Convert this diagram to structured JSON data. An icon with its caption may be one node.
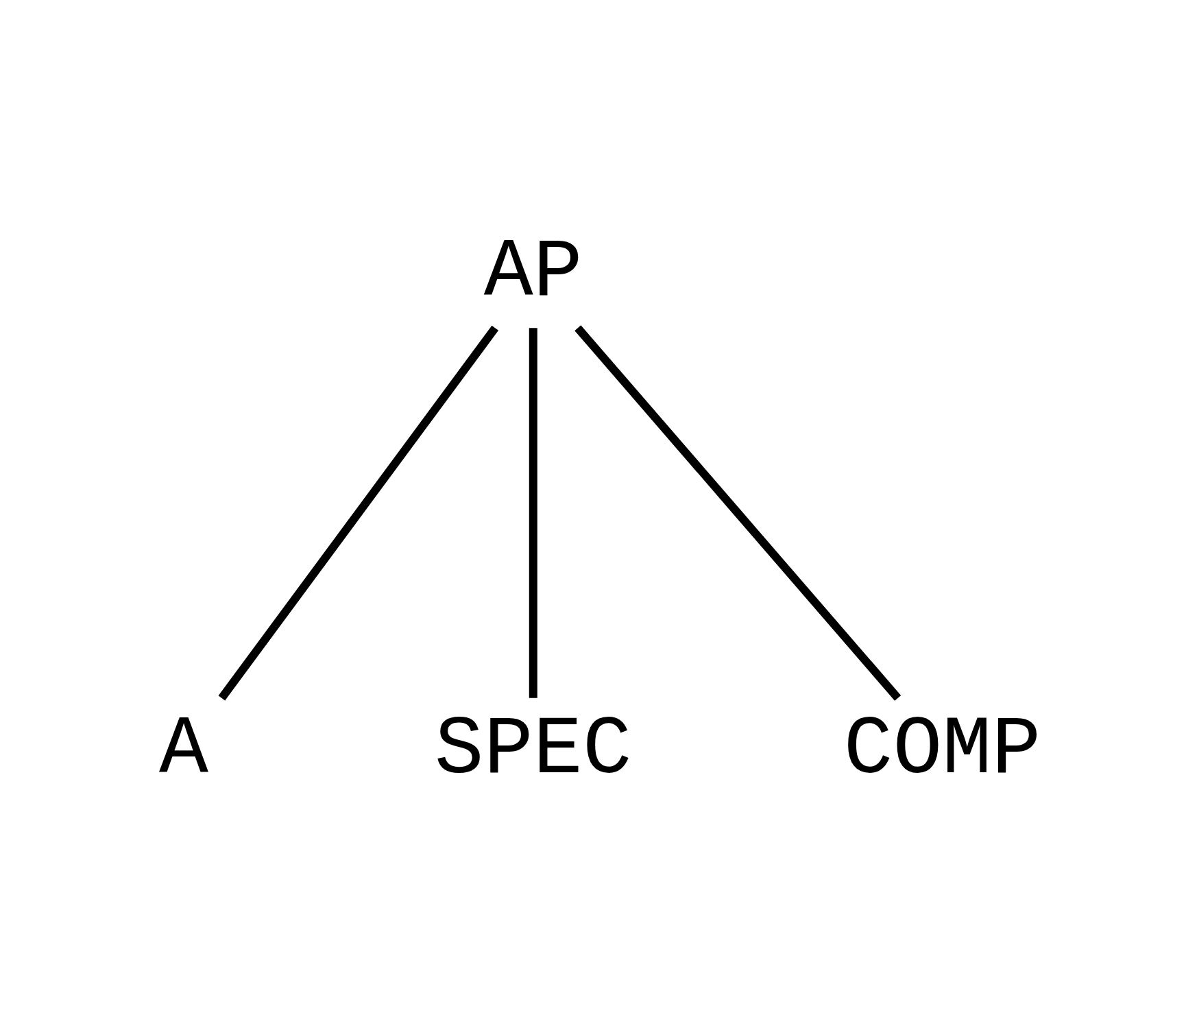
{
  "diagram": {
    "nodes": [
      {
        "text": [
          "AP"
        ]
      },
      {
        "text": [
          "A"
        ]
      },
      {
        "text": [
          "SPEC"
        ]
      },
      {
        "text": [
          "COMP"
        ]
      }
    ],
    "edges": [
      {
        "from": 0,
        "to": 1,
        "arrow": "none"
      },
      {
        "from": 0,
        "to": 2,
        "arrow": "none"
      },
      {
        "from": 0,
        "to": 3,
        "arrow": "none"
      }
    ]
  }
}
